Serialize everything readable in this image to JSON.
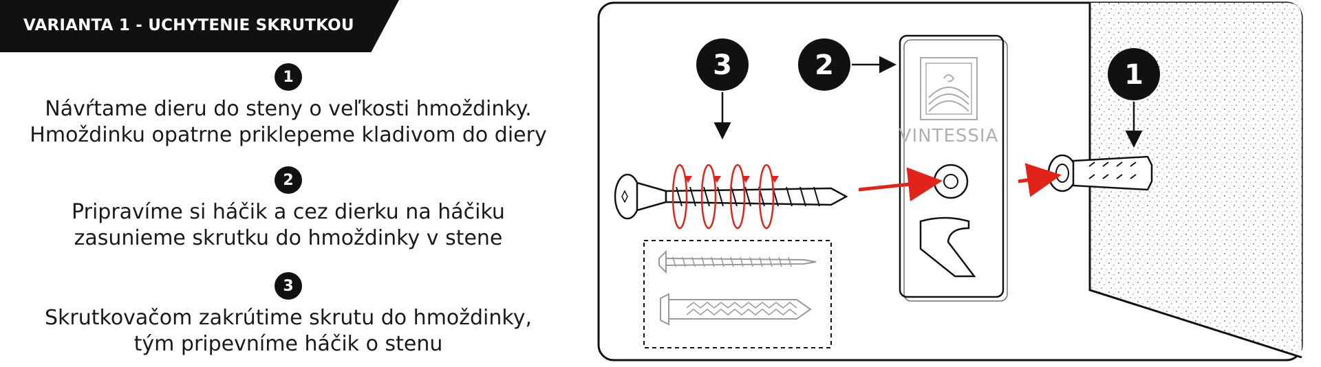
{
  "banner": {
    "title": "VARIANTA 1 - UCHYTENIE SKRUTKOU"
  },
  "steps": [
    {
      "number": "1",
      "lines": [
        "Návŕtame dieru do steny o veľkosti hmoždinky.",
        "Hmoždinku opatrne priklepeme kladivom do diery"
      ]
    },
    {
      "number": "2",
      "lines": [
        "Pripravíme si háčik a cez dierku na háčiku",
        "zasunieme skrutku do hmoždinky v stene"
      ]
    },
    {
      "number": "3",
      "lines": [
        "Skrutkovačom zakrútime skrutu do hmoždinky,",
        "tým pripevníme háčik o stenu"
      ]
    }
  ],
  "diagram": {
    "callouts": [
      "3",
      "2",
      "1"
    ],
    "hook_brand": "VINTESSIA",
    "accent_color": "#e2231a",
    "icons": [
      "screw-icon",
      "wall-plug-icon",
      "hook-plate-icon",
      "wall-icon"
    ]
  }
}
